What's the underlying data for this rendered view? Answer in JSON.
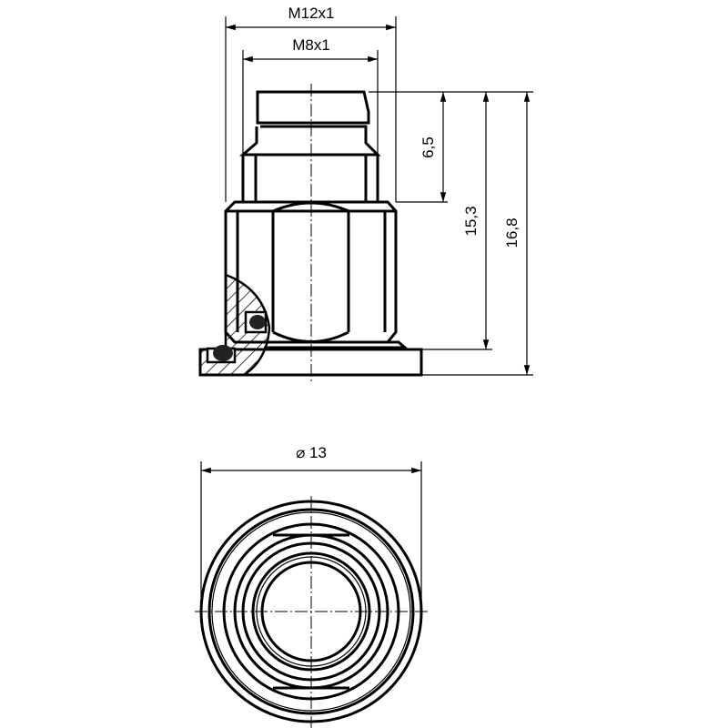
{
  "dimensions": {
    "thread_outer": "M12x1",
    "thread_inner": "M8x1",
    "height_top": "6,5",
    "height_body": "15,3",
    "height_total": "16,8",
    "diameter": "⌀ 13"
  },
  "colors": {
    "line": "#000000",
    "background": "#ffffff"
  }
}
